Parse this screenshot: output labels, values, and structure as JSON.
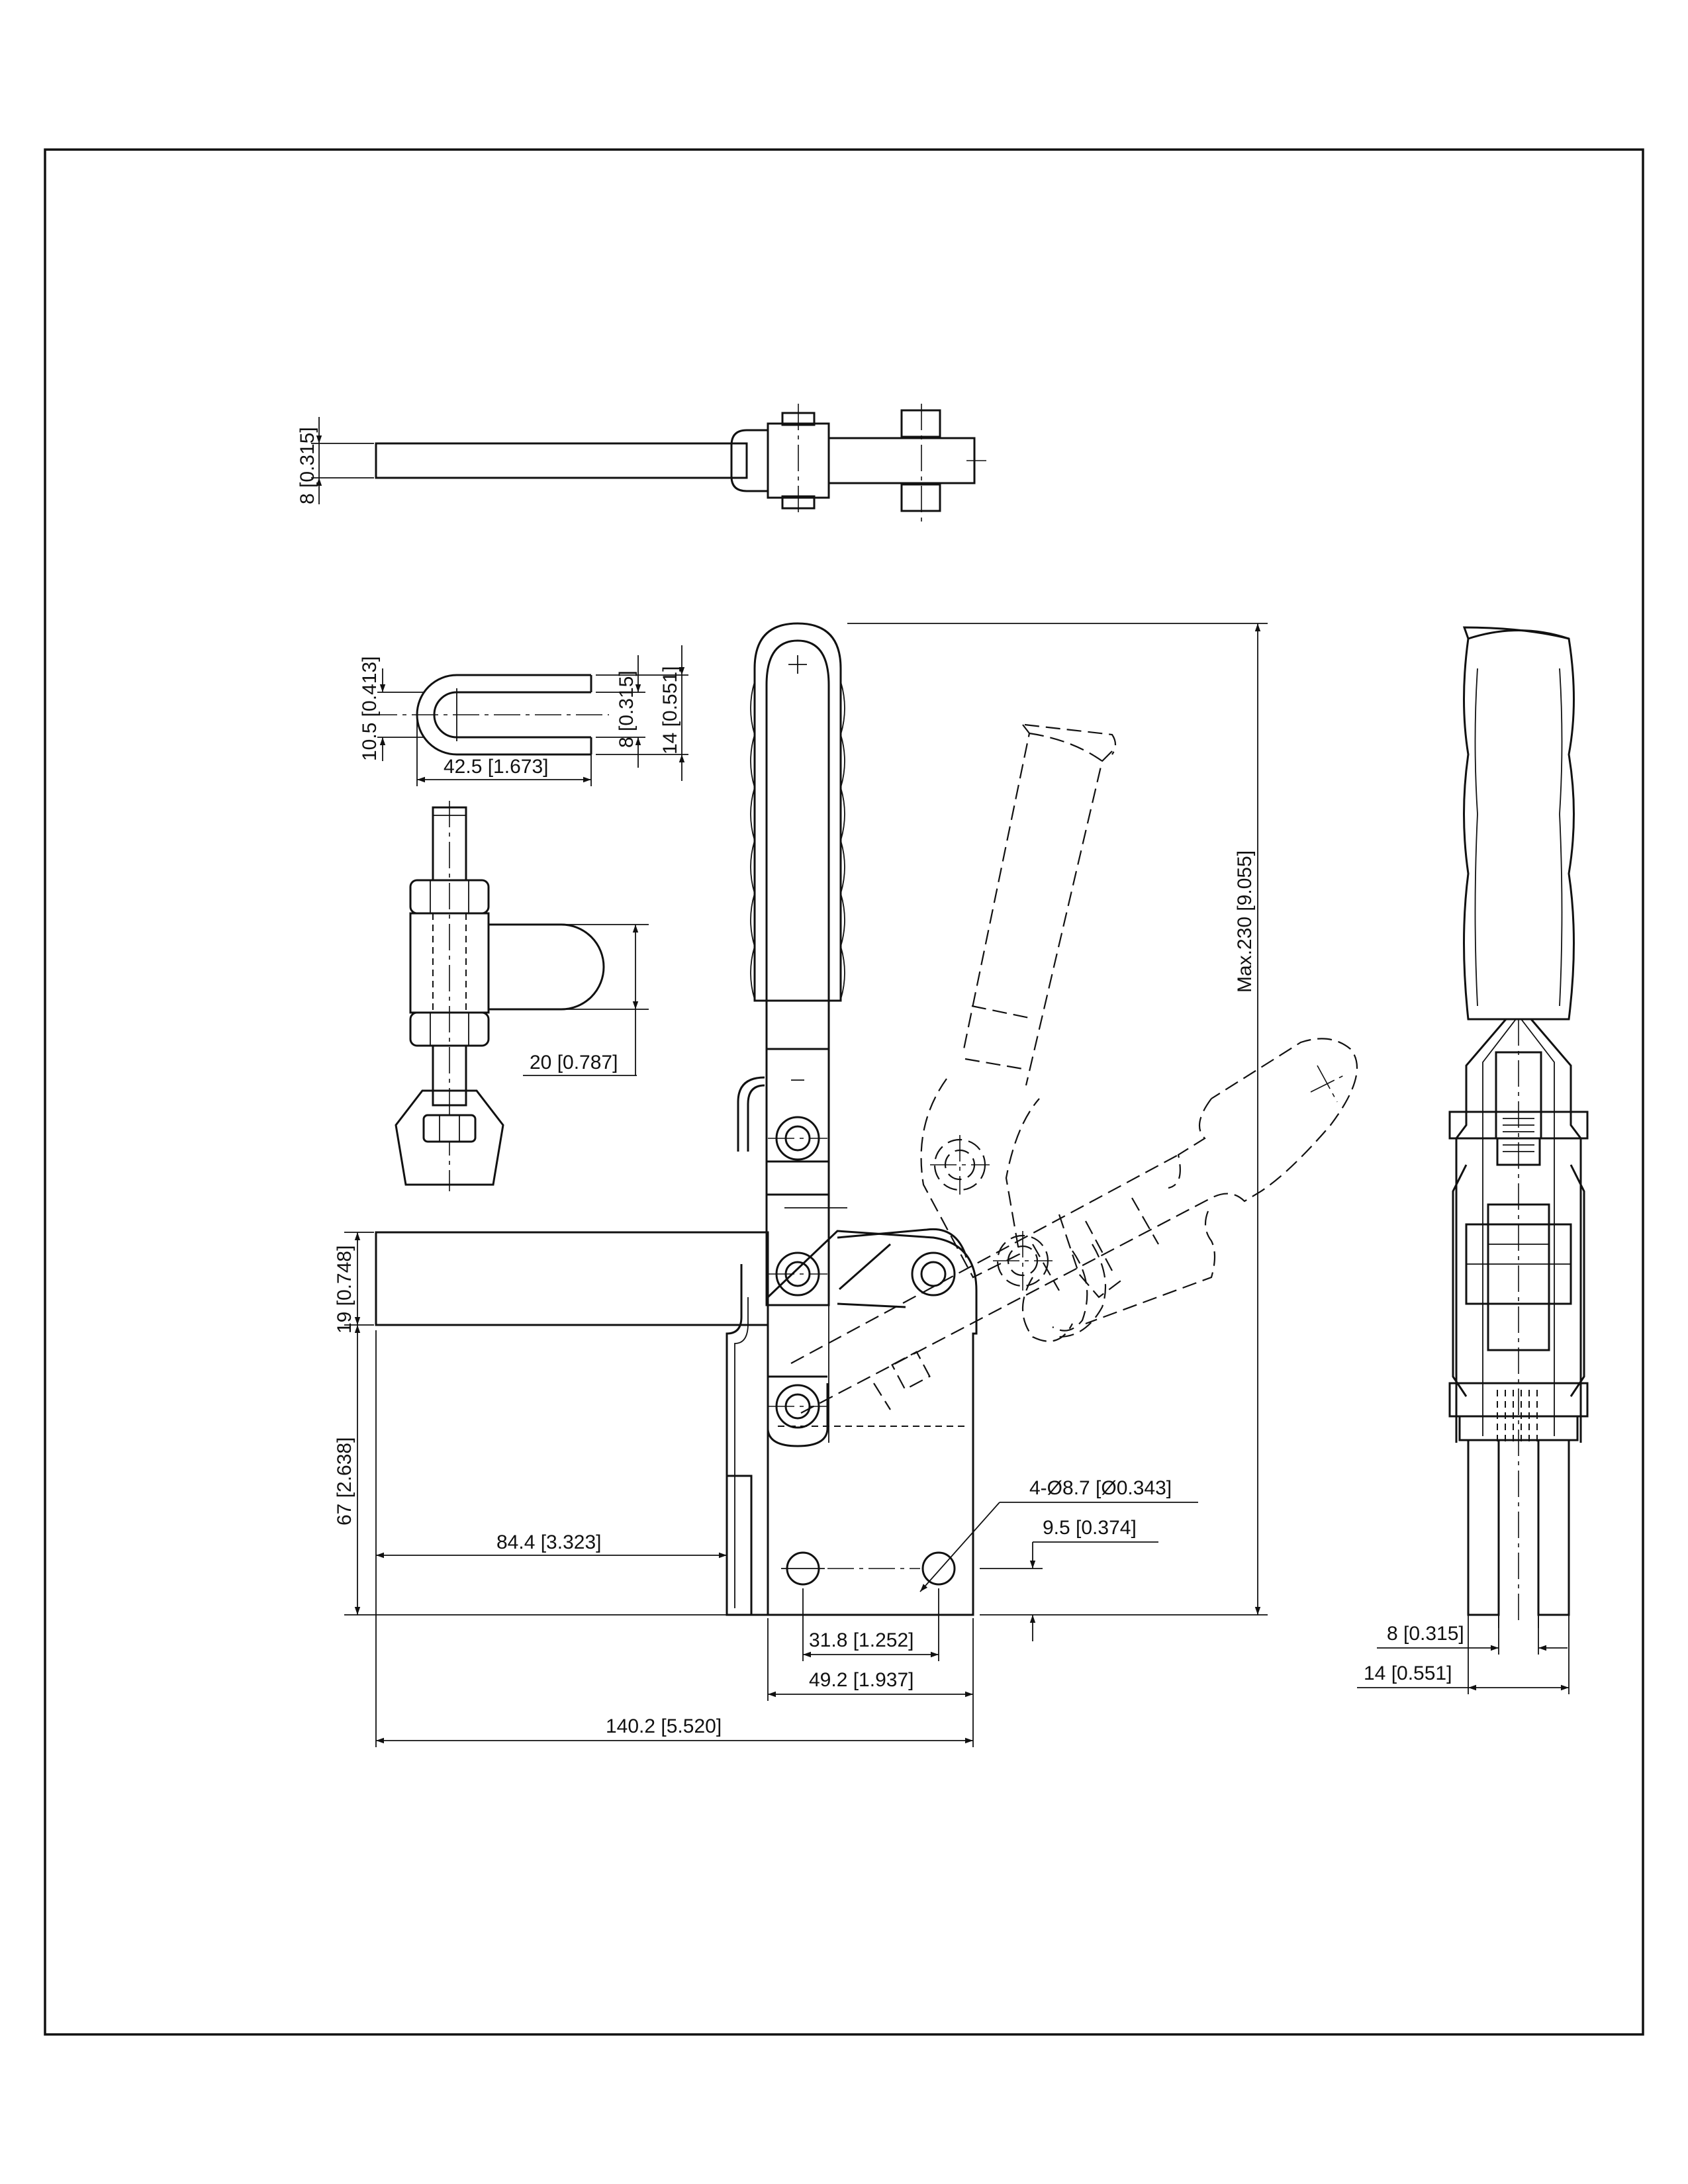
{
  "drawing": {
    "dimensions": {
      "top_thickness": "8 [0.315]",
      "cutout_width": "10.5 [0.413]",
      "cutout_length": "42.5 [1.673]",
      "cutout_slot": "8 [0.315]",
      "cutout_bar": "14 [0.551]",
      "spindle_offset": "20 [0.787]",
      "max_height": "Max.230 [9.055]",
      "arm_height": "19 [0.748]",
      "spindle_height": "67 [2.638]",
      "arm_reach": "84.4 [3.323]",
      "holes": "4-Ø8.7 [Ø0.343]",
      "hole_edge": "9.5 [0.374]",
      "hole_spacing": "31.8 [1.252]",
      "base_width": "49.2 [1.937]",
      "overall_length": "140.2 [5.520]",
      "side_slot": "8 [0.315]",
      "side_width": "14 [0.551]"
    }
  }
}
